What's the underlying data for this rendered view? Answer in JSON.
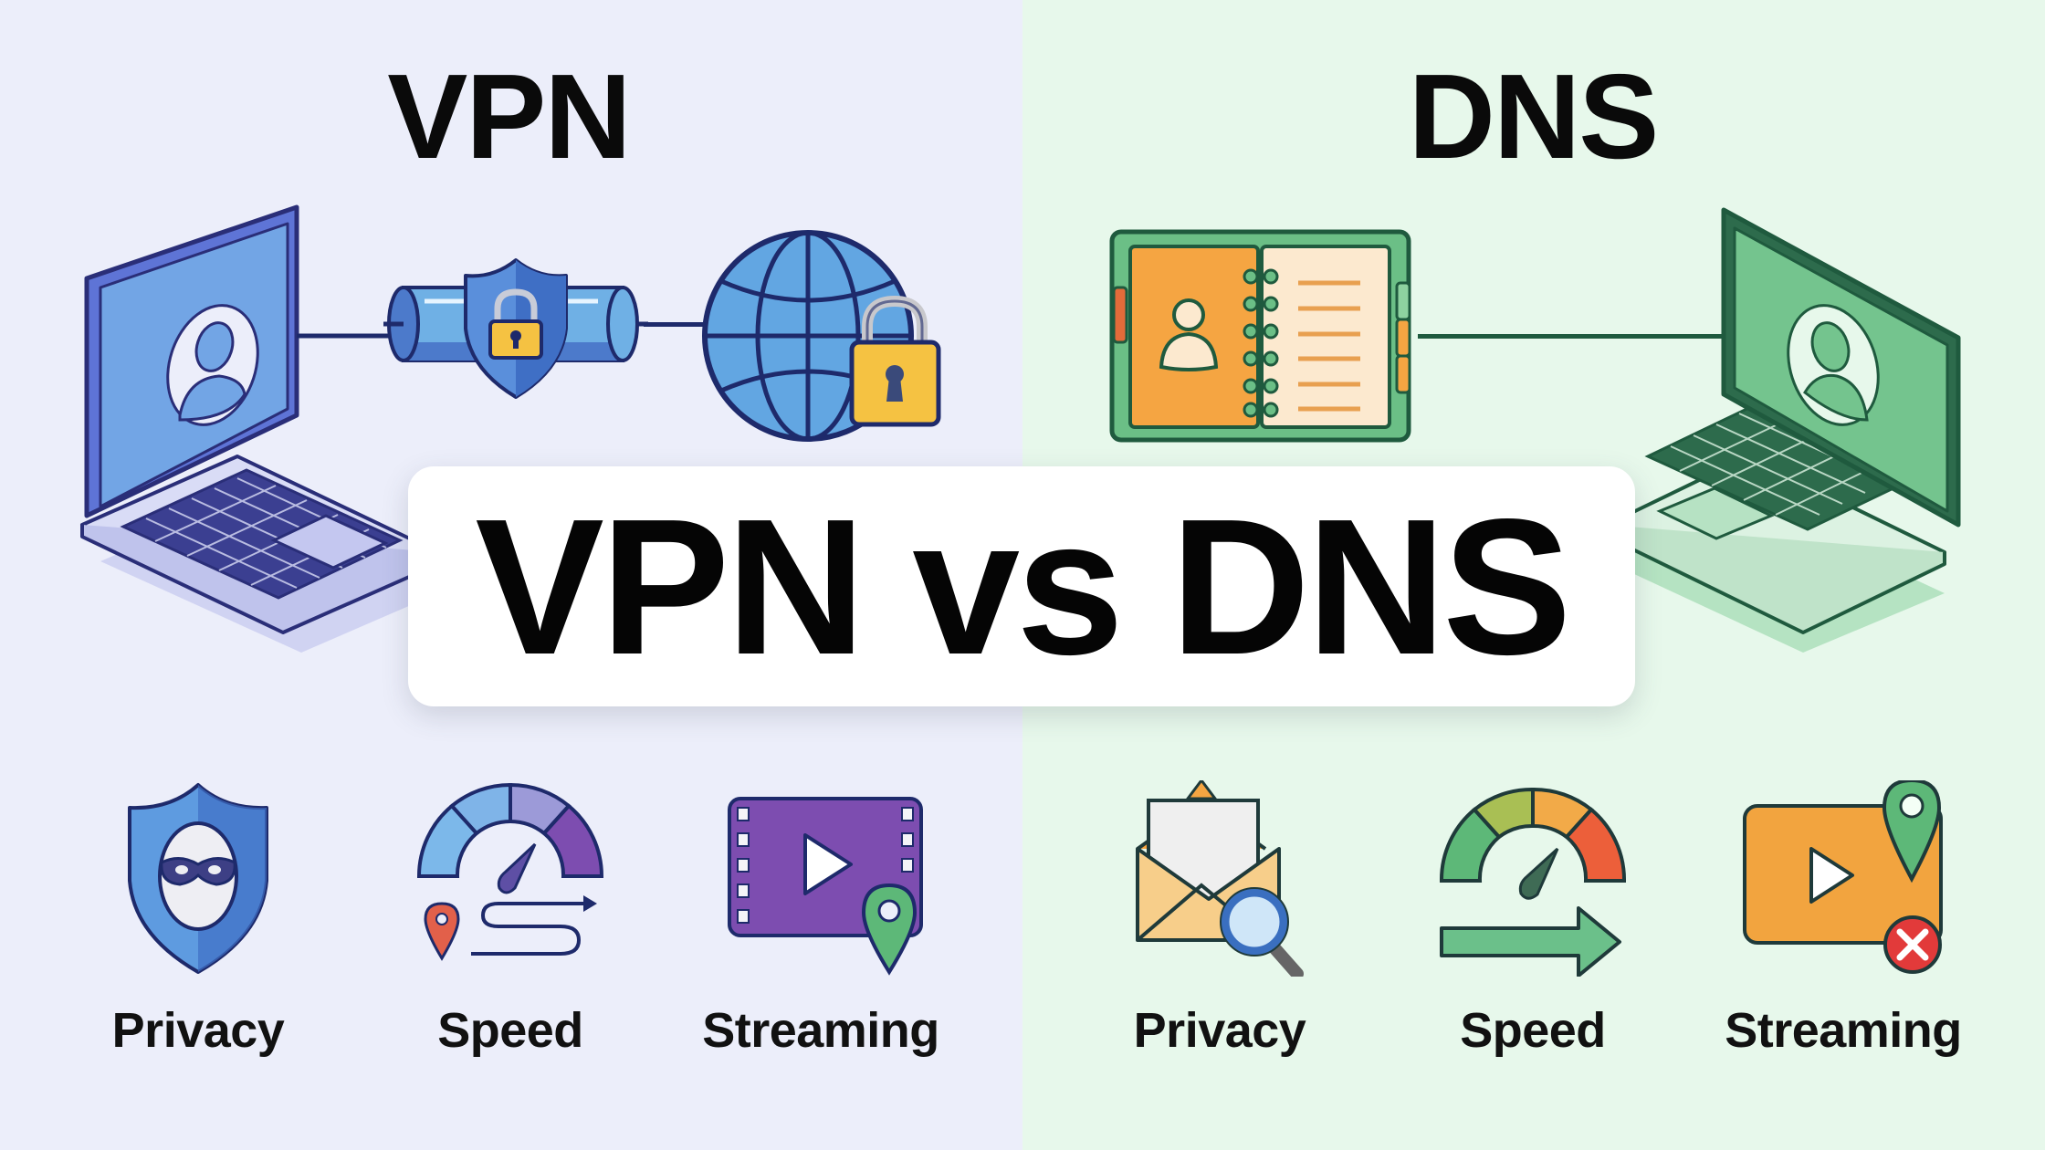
{
  "card": {
    "title": "VPN vs DNS"
  },
  "left": {
    "title": "VPN",
    "bg_color": "#ECEEFA",
    "accent": "#4A7FD4",
    "outline": "#1E2A6B",
    "diagram": {
      "device": "laptop-icon",
      "tunnel": "encrypted-tunnel-icon",
      "shield": "shield-lock-icon",
      "destination": "globe-lock-icon"
    },
    "features": [
      {
        "label": "Privacy",
        "icon": "masked-shield-icon"
      },
      {
        "label": "Speed",
        "icon": "speedometer-route-icon"
      },
      {
        "label": "Streaming",
        "icon": "film-location-icon"
      }
    ]
  },
  "right": {
    "title": "DNS",
    "bg_color": "#E7F8EB",
    "accent": "#6DC08A",
    "outline": "#1F5A3E",
    "diagram": {
      "directory": "address-book-icon",
      "device": "laptop-icon"
    },
    "features": [
      {
        "label": "Privacy",
        "icon": "envelope-magnifier-icon"
      },
      {
        "label": "Speed",
        "icon": "speedometer-arrow-icon"
      },
      {
        "label": "Streaming",
        "icon": "video-blocked-location-icon"
      }
    ]
  }
}
